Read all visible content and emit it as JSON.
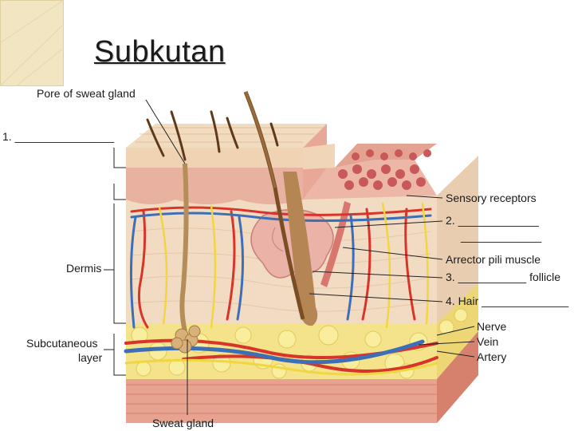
{
  "title": "Subkutan",
  "labels": {
    "pore": "Pore of sweat gland",
    "blank1": "1. ________________",
    "dermis": "Dermis",
    "subcutaneous_line1": "Subcutaneous",
    "subcutaneous_line2": "layer",
    "sweat_gland": "Sweat gland",
    "sensory_receptors": "Sensory receptors",
    "blank2_line1": "2. _____________",
    "blank2_line2": "_____________",
    "arrector_pili": "Arrector pili muscle",
    "blank3": "3. ___________ follicle",
    "hair": "4. Hair ______________",
    "nerve": "Nerve",
    "vein": "Vein",
    "artery": "Artery"
  },
  "colors": {
    "epidermis": "#e9b6a4",
    "stratum": "#efd5b6",
    "dermis": "#f2dcc4",
    "fat": "#f4e58a",
    "muscle": "#e69a8a",
    "artery": "#d8342a",
    "vein": "#3d6fb6",
    "nerve": "#f0d640",
    "hair": "#8a5a2a"
  }
}
